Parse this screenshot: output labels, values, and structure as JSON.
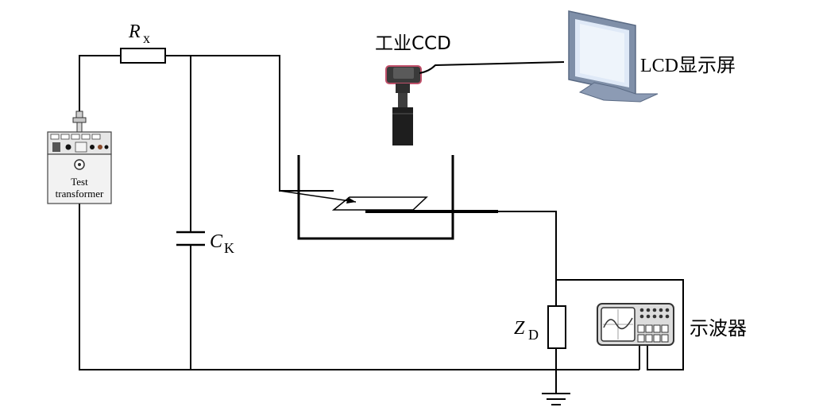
{
  "labels": {
    "rx_main": "R",
    "rx_sub": "x",
    "ck_main": "C",
    "ck_sub": "K",
    "zd_main": "Z",
    "zd_sub": "D",
    "ccd": "工业CCD",
    "lcd": "LCD显示屏",
    "scope": "示波器",
    "transformer_line1": "Test",
    "transformer_line2": "transformer"
  },
  "colors": {
    "line": "#000000",
    "monitor_frame": "#7f8fa8",
    "camera_accent": "#c0506a",
    "scope_body": "#dcdcdc"
  },
  "icons": {
    "transformer": "test-transformer-icon",
    "camera": "industrial-ccd-camera-icon",
    "monitor": "lcd-monitor-icon",
    "oscilloscope": "oscilloscope-icon",
    "ground": "ground-symbol-icon"
  }
}
